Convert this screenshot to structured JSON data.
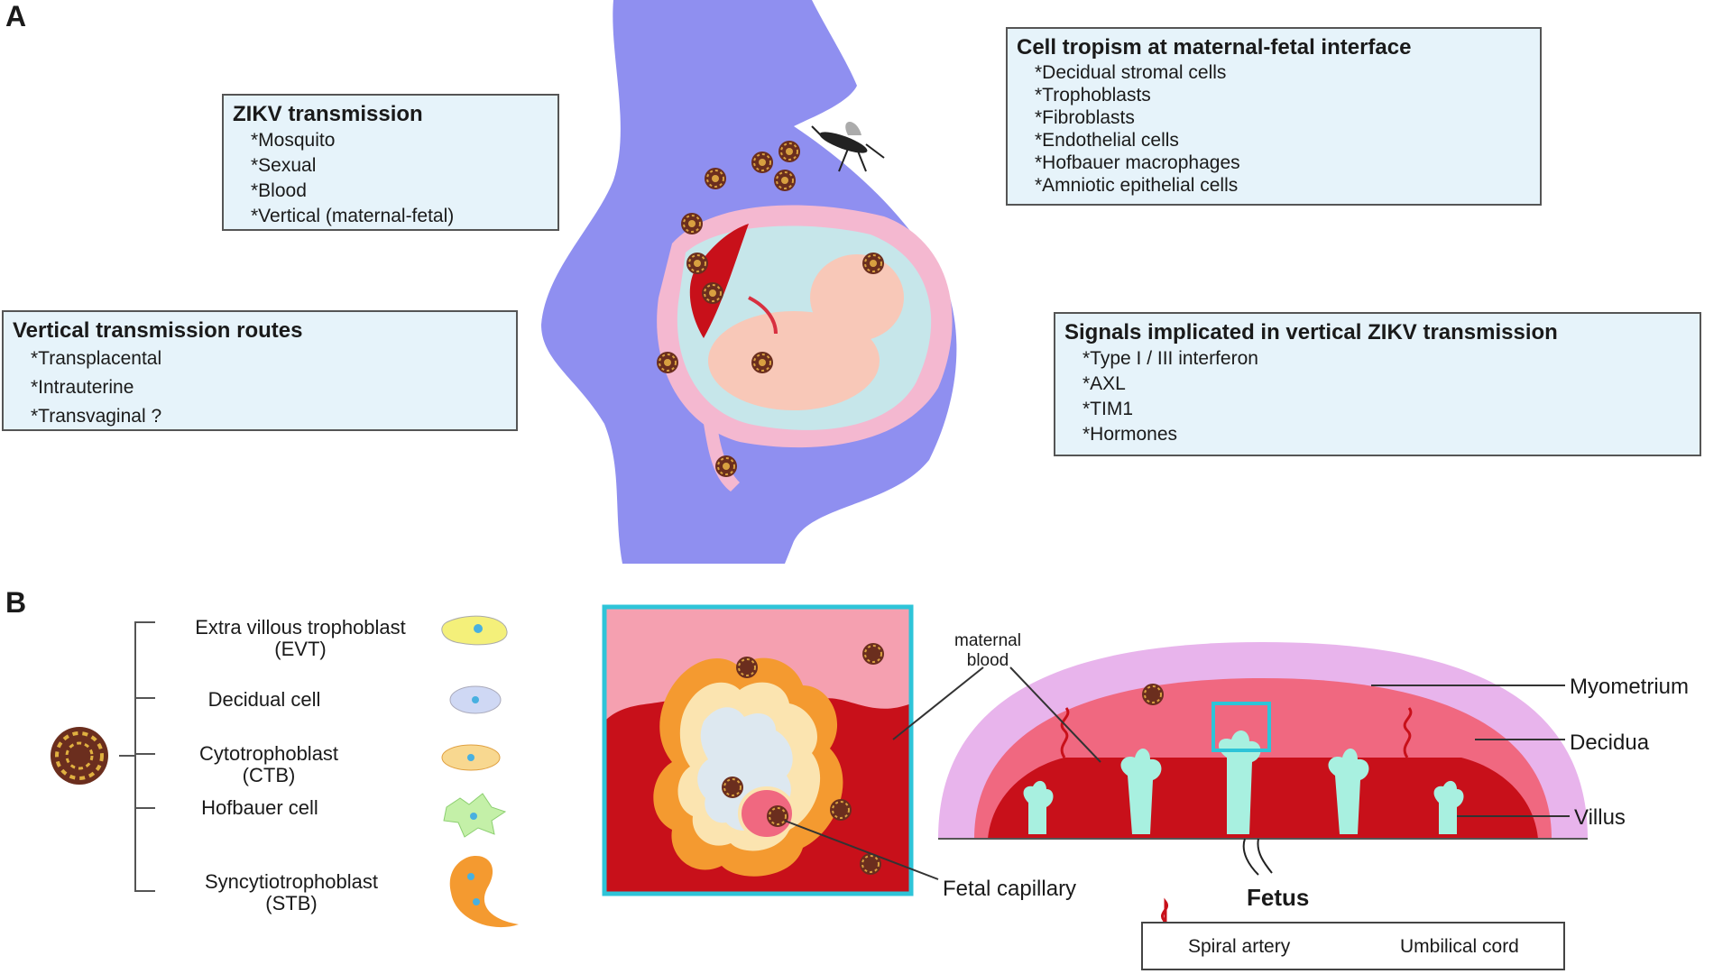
{
  "panels": {
    "a": "A",
    "b": "B"
  },
  "zikv_box": {
    "title": "ZIKV  transmission",
    "items": [
      "*Mosquito",
      "*Sexual",
      "*Blood",
      "*Vertical (maternal-fetal)"
    ]
  },
  "routes_box": {
    "title": "Vertical transmission routes",
    "items": [
      "*Transplacental",
      "*Intrauterine",
      "*Transvaginal ?"
    ]
  },
  "tropism_box": {
    "title": "Cell tropism at maternal-fetal interface",
    "items": [
      "*Decidual stromal cells",
      "*Trophoblasts",
      "*Fibroblasts",
      "*Endothelial cells",
      "*Hofbauer macrophages",
      "*Amniotic epithelial cells"
    ]
  },
  "signals_box": {
    "title": "Signals implicated in vertical ZIKV transmission",
    "items": [
      "*Type I / III interferon",
      "*AXL",
      "*TIM1",
      "*Hormones"
    ]
  },
  "cell_types": {
    "evt": {
      "name": "Extra villous trophoblast",
      "abbr": "(EVT)"
    },
    "decidual": {
      "name": "Decidual cell"
    },
    "ctb": {
      "name": "Cytotrophoblast",
      "abbr": "(CTB)"
    },
    "hofbauer": {
      "name": "Hofbauer cell"
    },
    "stb": {
      "name": "Syncytiotrophoblast",
      "abbr": "(STB)"
    }
  },
  "labels": {
    "maternal_blood": "maternal\nblood",
    "maternal_blood_1": "maternal",
    "maternal_blood_2": "blood",
    "fetal_capillary": "Fetal capillary",
    "myometrium": "Myometrium",
    "decidua": "Decidua",
    "villus": "Villus",
    "fetus": "Fetus"
  },
  "legend": {
    "spiral_artery": "Spiral artery",
    "umbilical_cord": "Umbilical cord"
  },
  "colors": {
    "body": "#8f8ff0",
    "box_fill": "#e6f3fa",
    "virus": "#6b2e1e",
    "decidua": "#f06880",
    "myometrium": "#e8b4ec",
    "maternal_blood": "#c8101a",
    "villus": "#a8f0e0",
    "inset_border": "#2ec4d8"
  }
}
